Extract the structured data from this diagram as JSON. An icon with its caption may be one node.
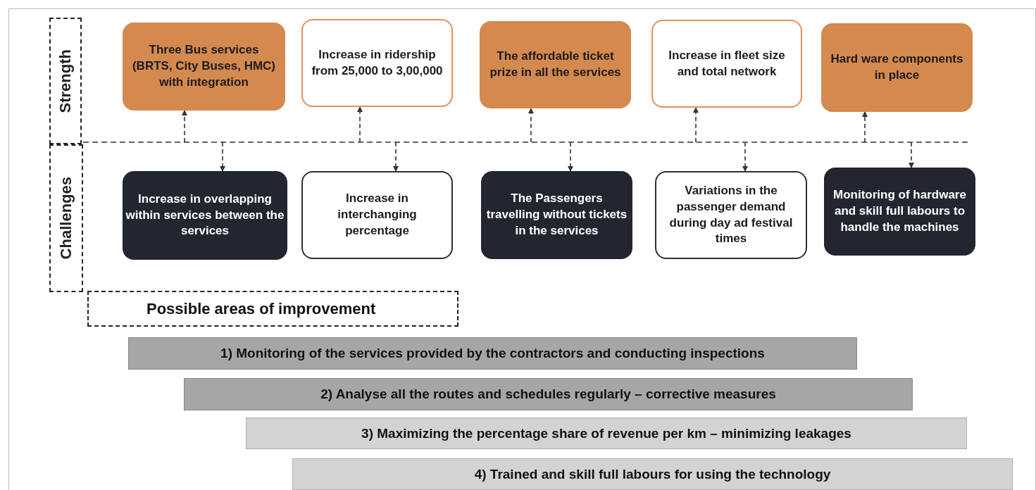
{
  "diagram": {
    "nodes": [
      {
        "text": [
          "Strength"
        ]
      },
      {
        "text": [
          "Challenges"
        ]
      },
      {
        "text": [
          "Three Bus services (BRTS, City Buses, HMC) with integration"
        ]
      },
      {
        "text": [
          "Increase in ridership from 25,000 to 3,00,000"
        ]
      },
      {
        "text": [
          "The affordable ticket prize in all the services"
        ]
      },
      {
        "text": [
          "Increase in fleet size and total network"
        ]
      },
      {
        "text": [
          "Hard ware components in place"
        ]
      },
      {
        "text": [
          "Increase in overlapping within services between the services"
        ]
      },
      {
        "text": [
          "Increase in interchanging percentage"
        ]
      },
      {
        "text": [
          "The Passengers travelling without tickets in the services"
        ]
      },
      {
        "text": [
          "Variations in the passenger demand during day ad festival times"
        ]
      },
      {
        "text": [
          "Monitoring of hardware and skill full labours to handle the machines"
        ]
      },
      {
        "text": [
          "Possible areas of improvement"
        ]
      },
      {
        "text": [
          "1) Monitoring of the services provided by the contractors and conducting inspections"
        ]
      },
      {
        "text": [
          "2) Analyse all the routes and schedules regularly – corrective measures"
        ]
      },
      {
        "text": [
          "3) Maximizing the percentage share of revenue per km – minimizing leakages"
        ]
      },
      {
        "text": [
          "4) Trained and skill full labours for using the technology"
        ]
      }
    ],
    "edges": [
      {
        "from": null,
        "to": 2,
        "arrow": "to",
        "style": "dashed"
      },
      {
        "from": null,
        "to": 3,
        "arrow": "to",
        "style": "dashed"
      },
      {
        "from": null,
        "to": 4,
        "arrow": "to",
        "style": "dashed"
      },
      {
        "from": null,
        "to": 5,
        "arrow": "to",
        "style": "dashed"
      },
      {
        "from": null,
        "to": 6,
        "arrow": "to",
        "style": "dashed"
      },
      {
        "from": null,
        "to": 7,
        "arrow": "to",
        "style": "dashed"
      },
      {
        "from": null,
        "to": 8,
        "arrow": "to",
        "style": "dashed"
      },
      {
        "from": null,
        "to": 9,
        "arrow": "to",
        "style": "dashed"
      },
      {
        "from": null,
        "to": 10,
        "arrow": "to",
        "style": "dashed"
      },
      {
        "from": null,
        "to": 11,
        "arrow": "to",
        "style": "dashed"
      }
    ]
  }
}
